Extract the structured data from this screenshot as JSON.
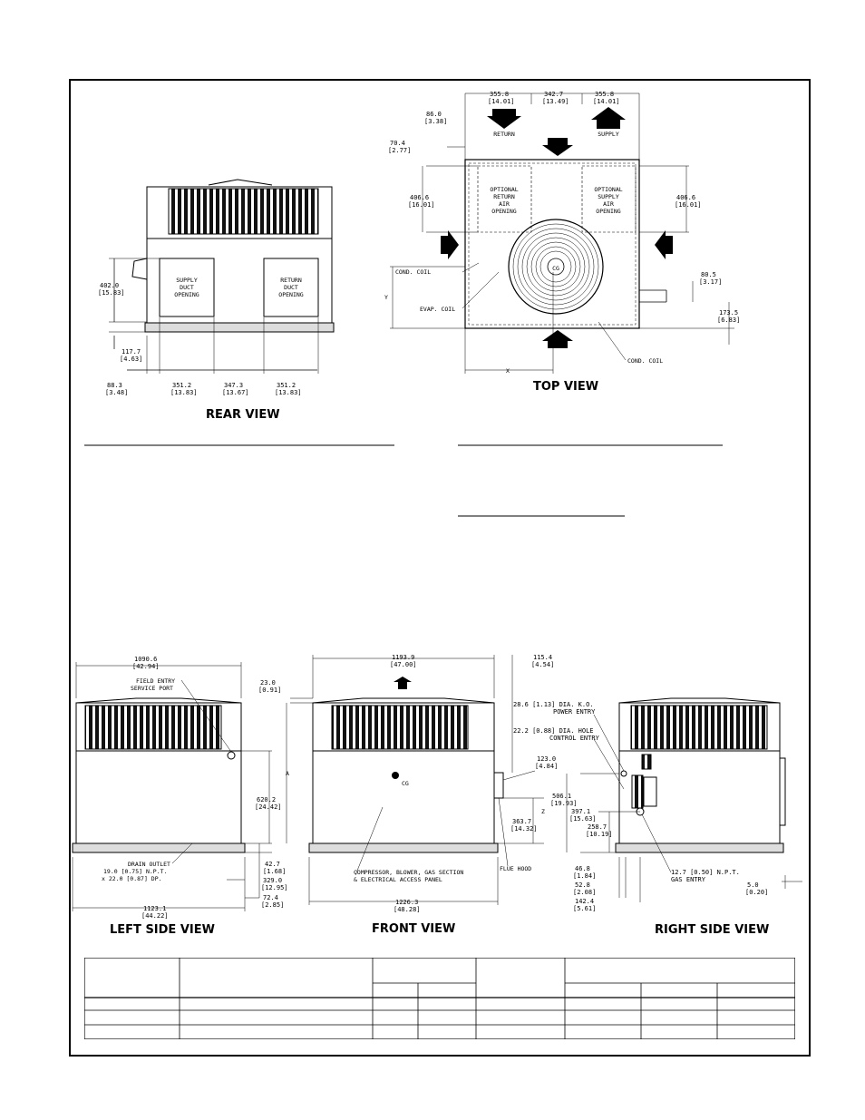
{
  "views": {
    "rear": "REAR VIEW",
    "top": "TOP VIEW",
    "left": "LEFT SIDE VIEW",
    "front": "FRONT VIEW",
    "right": "RIGHT SIDE VIEW"
  },
  "rear": {
    "supply_opening": [
      "SUPPLY",
      "DUCT",
      "OPENING"
    ],
    "return_opening": [
      "RETURN",
      "DUCT",
      "OPENING"
    ],
    "d_height": [
      "402.0",
      "[15.83]"
    ],
    "d_base": [
      "117.7",
      "[4.63]"
    ],
    "d_w1": [
      "88.3",
      "[3.48]"
    ],
    "d_w2": [
      "351.2",
      "[13.83]"
    ],
    "d_w3": [
      "347.3",
      "[13.67]"
    ],
    "d_w4": [
      "351.2",
      "[13.83]"
    ]
  },
  "top": {
    "d_left": [
      "355.8",
      "[14.01]"
    ],
    "d_mid": [
      "342.7",
      "[13.49]"
    ],
    "d_right": [
      "355.8",
      "[14.01]"
    ],
    "d_86": [
      "86.0",
      "[3.38]"
    ],
    "d_70": [
      "70.4",
      "[2.77]"
    ],
    "d_406l": [
      "406.6",
      "[16.01]"
    ],
    "d_406r": [
      "406.6",
      "[16.01]"
    ],
    "d_80": [
      "80.5",
      "[3.17]"
    ],
    "d_173": [
      "173.5",
      "[6.83]"
    ],
    "return": "RETURN",
    "supply": "SUPPLY",
    "opt_return": [
      "OPTIONAL",
      "RETURN",
      "AIR",
      "OPENING"
    ],
    "opt_supply": [
      "OPTIONAL",
      "SUPPLY",
      "AIR",
      "OPENING"
    ],
    "cond_coil": "COND. COIL",
    "evap_coil": "EVAP. COIL",
    "cond_coil2": "COND. COIL",
    "cg": "CG",
    "y": "Y",
    "x": "X"
  },
  "left": {
    "d_width": [
      "1090.6",
      "[42.94]"
    ],
    "field_entry": [
      "FIELD ENTRY",
      "SERVICE PORT"
    ],
    "drain": [
      "DRAIN OUTLET",
      "19.0 [0.75] N.P.T.",
      "x 22.0 [0.87] DP."
    ],
    "d_base": [
      "1123.1",
      "[44.22]"
    ],
    "d_620": [
      "620.2",
      "[24.42]"
    ],
    "d_42": [
      "42.7",
      "[1.68]"
    ],
    "d_329": [
      "329.0",
      "[12.95]"
    ],
    "d_72": [
      "72.4",
      "[2.85]"
    ],
    "a": "A",
    "d_23": [
      "23.0",
      "[0.91]"
    ]
  },
  "front": {
    "d_width": [
      "1193.9",
      "[47.00]"
    ],
    "d_115": [
      "115.4",
      "[4.54]"
    ],
    "d_123": [
      "123.0",
      "[4.84]"
    ],
    "d_363": [
      "363.7",
      "[14.32]"
    ],
    "z": "Z",
    "cg": "CG",
    "access": [
      "COMPRESSOR, BLOWER, GAS SECTION",
      "& ELECTRICAL ACCESS PANEL"
    ],
    "flue": "FLUE HOOD",
    "d_base": [
      "1226.3",
      "[48.28]"
    ]
  },
  "right": {
    "power": [
      "28.6 [1.13] DIA. K.O.",
      "POWER ENTRY"
    ],
    "control": [
      "22.2 [0.88] DIA. HOLE",
      "CONTROL ENTRY"
    ],
    "d_506": [
      "506.1",
      "[19.93]"
    ],
    "d_397": [
      "397.1",
      "[15.63]"
    ],
    "d_258": [
      "258.7",
      "[10.19]"
    ],
    "gas": [
      "12.7 [0.50] N.P.T.",
      "GAS ENTRY"
    ],
    "d_46": [
      "46.8",
      "[1.84]"
    ],
    "d_52": [
      "52.8",
      "[2.08]"
    ],
    "d_142": [
      "142.4",
      "[5.61]"
    ],
    "d_5": [
      "5.0",
      "[0.20]"
    ]
  }
}
